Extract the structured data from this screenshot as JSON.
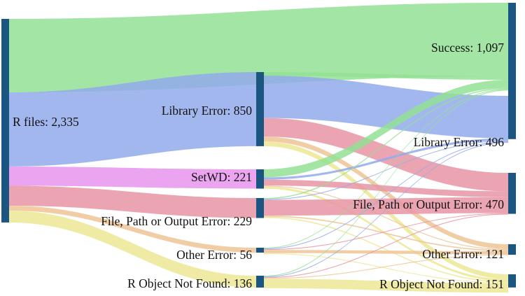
{
  "chart_data": {
    "type": "sankey",
    "title": "",
    "xlabel": "",
    "ylabel": "",
    "grid": false,
    "legend": "none",
    "colors": {
      "node": "#1b5582",
      "success": "#93e094",
      "library_error": "#93aaec",
      "setwd": "#e894ec",
      "file_path_output_error": "#e794a4",
      "other_error": "#eec496",
      "r_object_not_found": "#ede894",
      "background": "#ffffff"
    },
    "columns": [
      {
        "index": 0,
        "nodes": [
          {
            "id": "r_files",
            "label": "R files: 2,335",
            "value": 2335
          }
        ]
      },
      {
        "index": 1,
        "nodes": [
          {
            "id": "m_library_error",
            "label": "Library Error: 850",
            "value": 850
          },
          {
            "id": "m_setwd",
            "label": "SetWD: 221",
            "value": 221
          },
          {
            "id": "m_file_path",
            "label": "File, Path or Output Error: 229",
            "value": 229
          },
          {
            "id": "m_other_error",
            "label": "Other Error: 56",
            "value": 56
          },
          {
            "id": "m_r_object",
            "label": "R Object Not Found: 136",
            "value": 136
          }
        ]
      },
      {
        "index": 2,
        "nodes": [
          {
            "id": "r_success",
            "label": "Success: 1,097",
            "value": 1097
          },
          {
            "id": "r_library_error",
            "label": "Library Error: 496",
            "value": 496
          },
          {
            "id": "r_file_path",
            "label": "File, Path or Output Error: 470",
            "value": 470
          },
          {
            "id": "r_other_error",
            "label": "Other Error: 121",
            "value": 121
          },
          {
            "id": "r_r_object",
            "label": "R Object Not Found: 151",
            "value": 151
          }
        ]
      }
    ],
    "links": [
      {
        "source": "r_files",
        "target": "success_direct",
        "value": 843,
        "color": "success"
      },
      {
        "source": "r_files",
        "target": "m_library_error",
        "value": 850,
        "color": "library_error"
      },
      {
        "source": "r_files",
        "target": "m_setwd",
        "value": 221,
        "color": "setwd"
      },
      {
        "source": "r_files",
        "target": "m_file_path",
        "value": 229,
        "color": "file_path_output_error"
      },
      {
        "source": "r_files",
        "target": "m_other_error",
        "value": 56,
        "color": "other_error"
      },
      {
        "source": "r_files",
        "target": "m_r_object",
        "value": 136,
        "color": "r_object_not_found"
      },
      {
        "source": "m_library_error",
        "target": "r_success",
        "value": 41,
        "color": "success"
      },
      {
        "source": "m_library_error",
        "target": "r_library_error",
        "value": 486,
        "color": "library_error"
      },
      {
        "source": "m_library_error",
        "target": "r_file_path",
        "value": 212,
        "color": "file_path_output_error"
      },
      {
        "source": "m_library_error",
        "target": "r_other_error",
        "value": 56,
        "color": "other_error"
      },
      {
        "source": "m_library_error",
        "target": "r_r_object",
        "value": 55,
        "color": "r_object_not_found"
      },
      {
        "source": "m_setwd",
        "target": "r_success",
        "value": 92,
        "color": "success"
      },
      {
        "source": "m_setwd",
        "target": "r_library_error",
        "value": 26,
        "color": "library_error"
      },
      {
        "source": "m_setwd",
        "target": "r_file_path",
        "value": 68,
        "color": "file_path_output_error"
      },
      {
        "source": "m_setwd",
        "target": "r_other_error",
        "value": 10,
        "color": "other_error"
      },
      {
        "source": "m_setwd",
        "target": "r_r_object",
        "value": 25,
        "color": "r_object_not_found"
      },
      {
        "source": "m_file_path",
        "target": "r_success",
        "value": 12,
        "color": "success"
      },
      {
        "source": "m_file_path",
        "target": "r_library_error",
        "value": 9,
        "color": "library_error"
      },
      {
        "source": "m_file_path",
        "target": "r_file_path",
        "value": 181,
        "color": "file_path_output_error"
      },
      {
        "source": "m_file_path",
        "target": "r_other_error",
        "value": 14,
        "color": "other_error"
      },
      {
        "source": "m_file_path",
        "target": "r_r_object",
        "value": 13,
        "color": "r_object_not_found"
      },
      {
        "source": "m_other_error",
        "target": "r_success",
        "value": 5,
        "color": "success"
      },
      {
        "source": "m_other_error",
        "target": "r_library_error",
        "value": 3,
        "color": "library_error"
      },
      {
        "source": "m_other_error",
        "target": "r_file_path",
        "value": 5,
        "color": "file_path_output_error"
      },
      {
        "source": "m_other_error",
        "target": "r_other_error",
        "value": 36,
        "color": "other_error"
      },
      {
        "source": "m_other_error",
        "target": "r_r_object",
        "value": 7,
        "color": "r_object_not_found"
      },
      {
        "source": "m_r_object",
        "target": "r_success",
        "value": 9,
        "color": "success"
      },
      {
        "source": "m_r_object",
        "target": "r_library_error",
        "value": 6,
        "color": "library_error"
      },
      {
        "source": "m_r_object",
        "target": "r_file_path",
        "value": 8,
        "color": "file_path_output_error"
      },
      {
        "source": "m_r_object",
        "target": "r_other_error",
        "value": 5,
        "color": "other_error"
      },
      {
        "source": "m_r_object",
        "target": "r_r_object",
        "value": 108,
        "color": "r_object_not_found"
      }
    ]
  },
  "labels": {
    "left": {
      "r_files": "R files: 2,335"
    },
    "middle": {
      "library_error": "Library Error: 850",
      "setwd": "SetWD: 221",
      "file_path": "File, Path or Output Error: 229",
      "other_error": "Other Error: 56",
      "r_object": "R Object Not Found: 136"
    },
    "right": {
      "success": "Success: 1,097",
      "library_error": "Library Error: 496",
      "file_path": "File, Path or Output Error: 470",
      "other_error": "Other Error: 121",
      "r_object": "R Object Not Found: 151"
    }
  }
}
